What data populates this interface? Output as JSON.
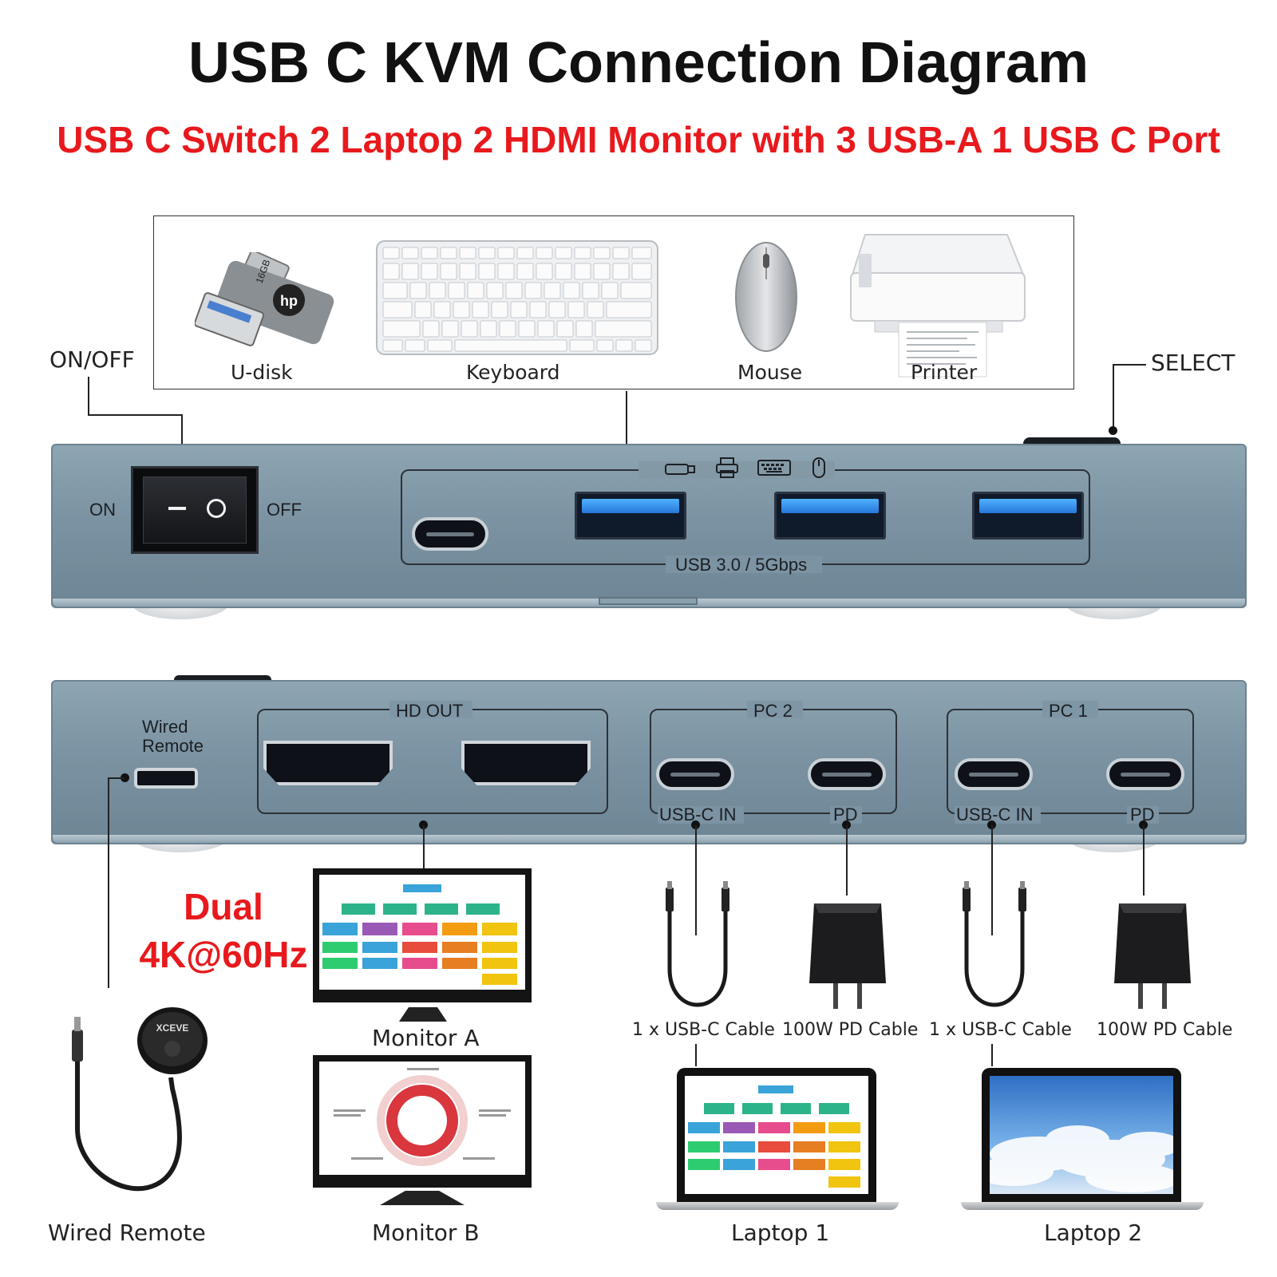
{
  "title": "USB C KVM Connection Diagram",
  "subtitle": "USB C Switch 2 Laptop 2 HDMI Monitor with 3 USB-A 1 USB C Port",
  "peripherals": {
    "udisk": "U-disk",
    "keyboard": "Keyboard",
    "mouse": "Mouse",
    "printer": "Printer",
    "udisk_brand": "hp",
    "udisk_capacity": "16GB"
  },
  "front_panel": {
    "on_off_label": "ON/OFF",
    "select_label": "SELECT",
    "switch_on": "ON",
    "switch_off": "OFF",
    "usb_speed": "USB 3.0 / 5Gbps"
  },
  "rear_panel": {
    "wired_remote_line1": "Wired",
    "wired_remote_line2": "Remote",
    "hd_out": "HD OUT",
    "pc2": "PC 2",
    "pc1": "PC 1",
    "usbc_in": "USB-C IN",
    "pd": "PD"
  },
  "dual_line1": "Dual",
  "dual_line2": "4K@60Hz",
  "accessories": {
    "usbc_cable_1": "1 x USB-C Cable",
    "pd_cable_1": "100W PD Cable",
    "usbc_cable_2": "1 x USB-C Cable",
    "pd_cable_2": "100W PD Cable"
  },
  "bottom_labels": {
    "wired_remote": "Wired Remote",
    "monitor_a": "Monitor A",
    "monitor_b": "Monitor B",
    "laptop1": "Laptop 1",
    "laptop2": "Laptop 2"
  },
  "remote_brand": "XCEVE",
  "colors": {
    "title": "#111111",
    "subtitle_red": "#e8191d",
    "device_body": "#7b93a2",
    "usb_blue": "#2677d8"
  }
}
